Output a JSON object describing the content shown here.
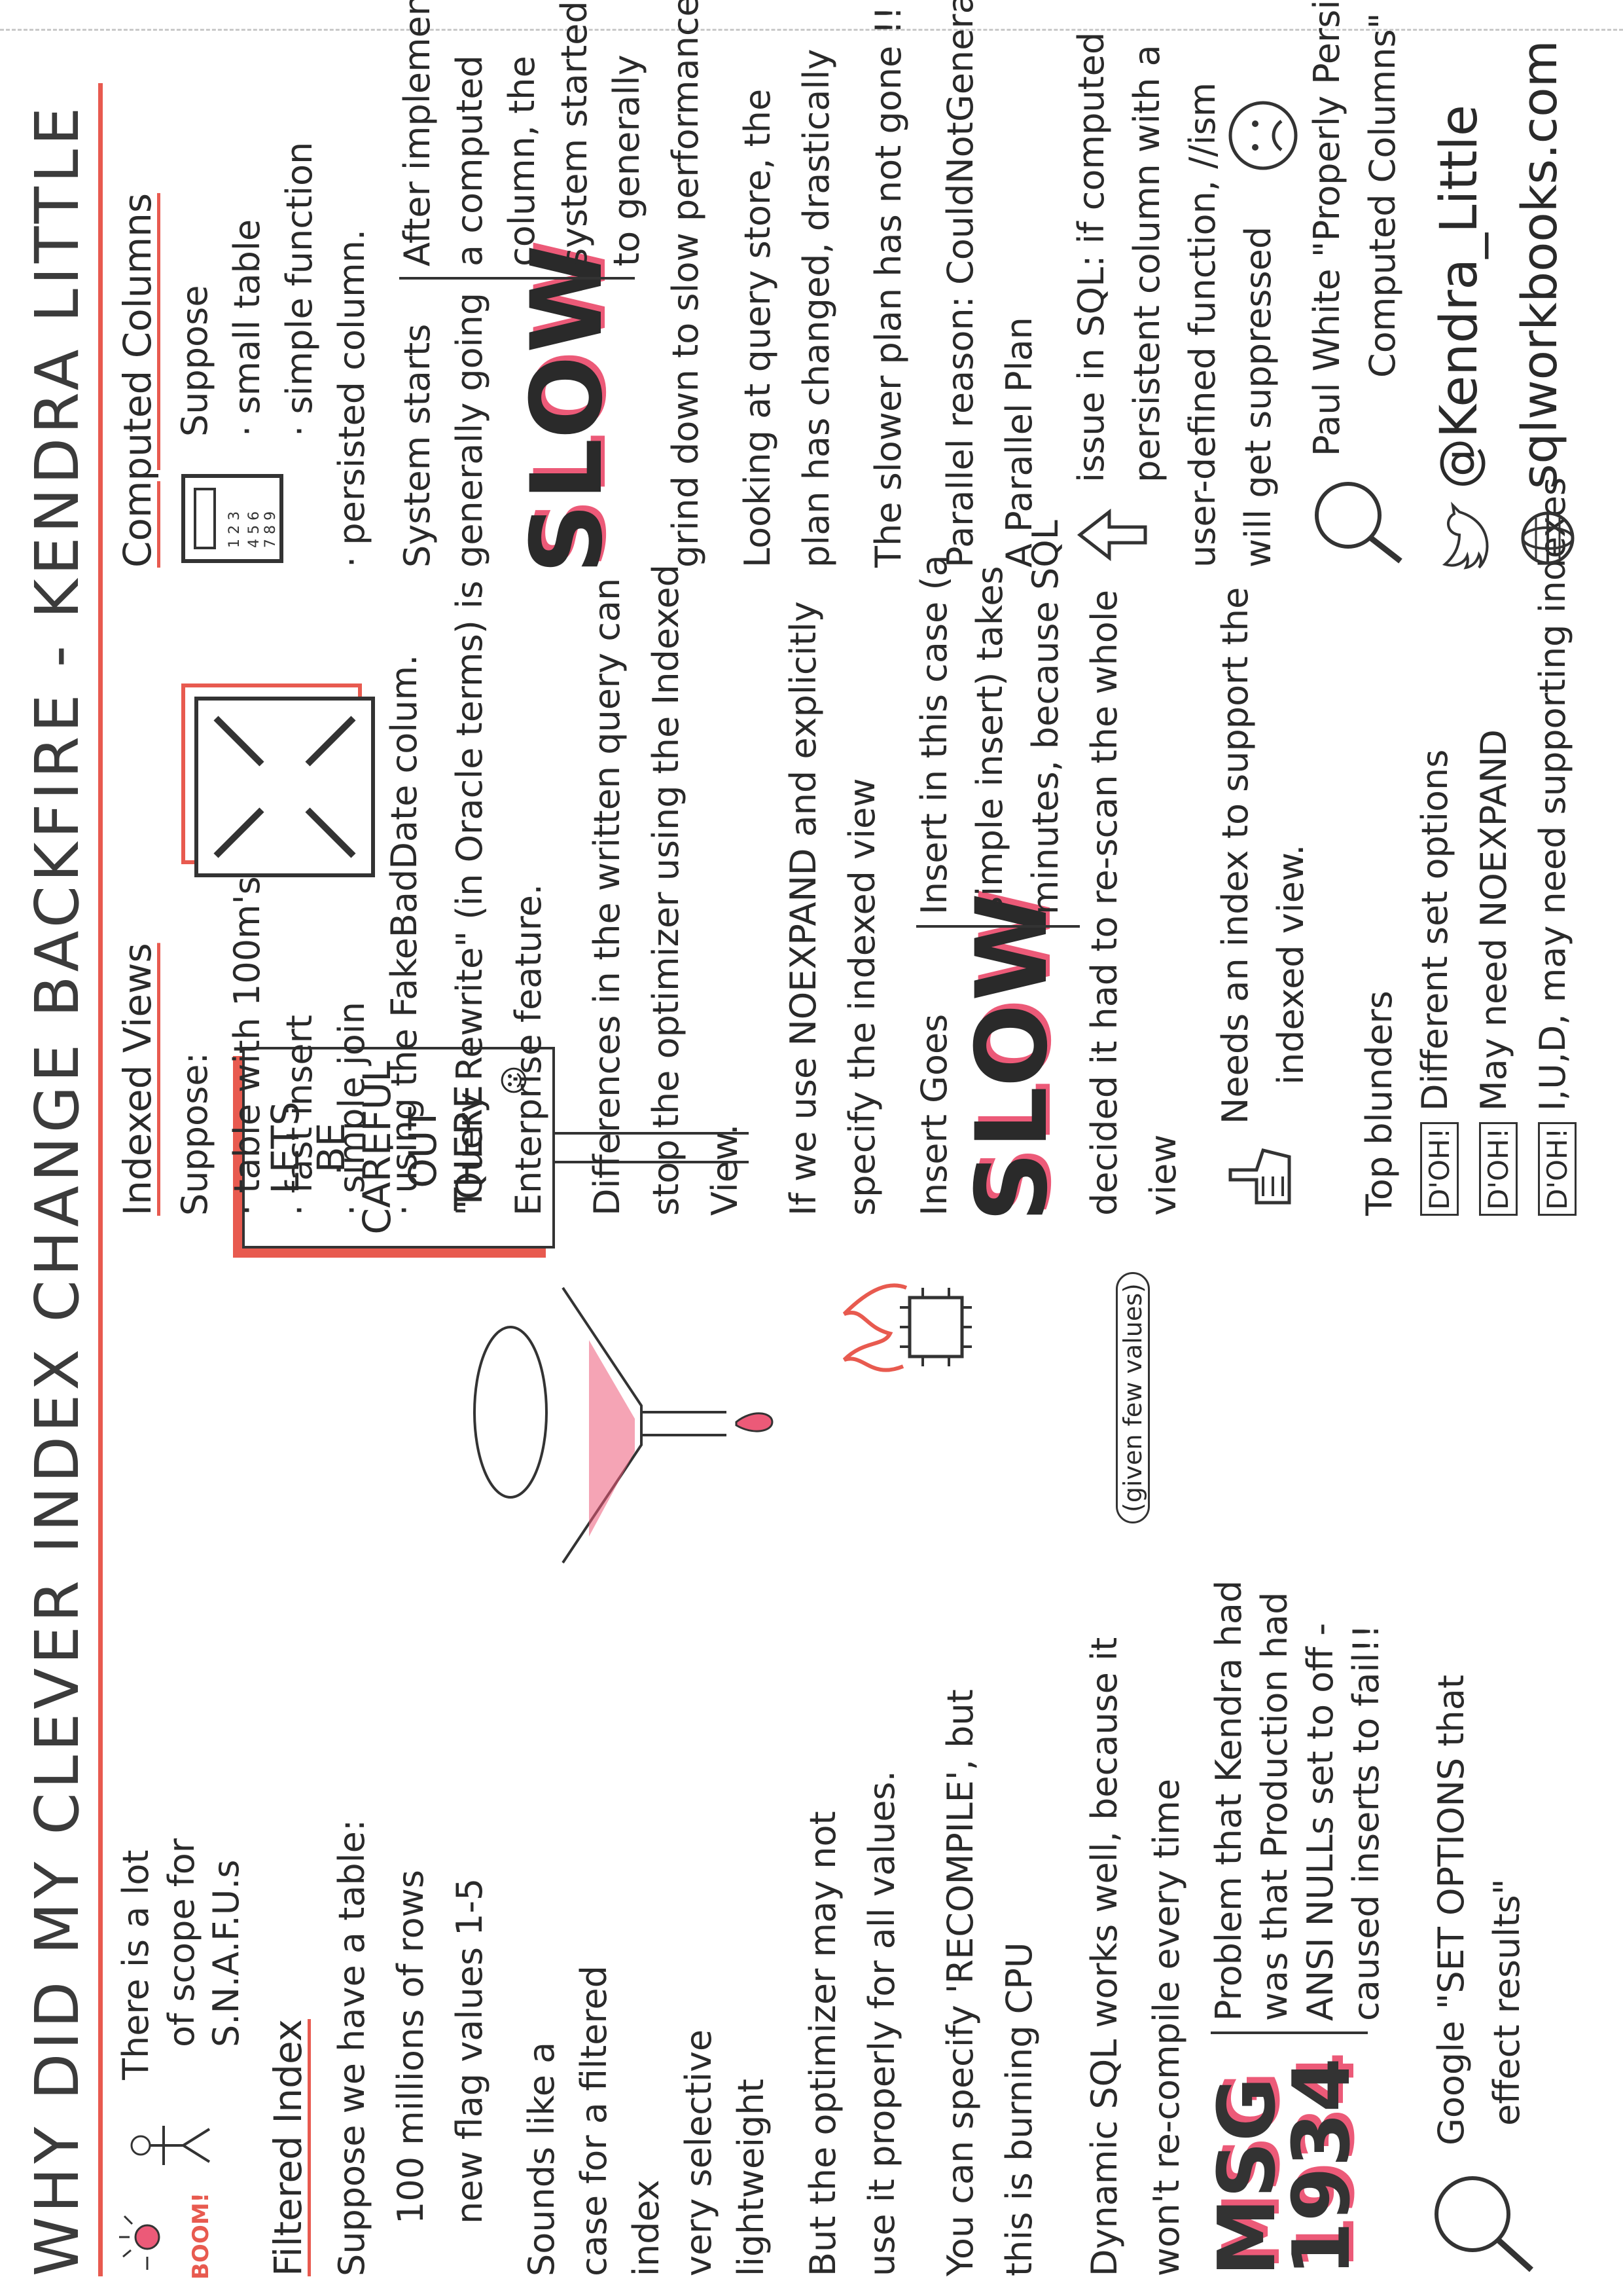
{
  "title": "WHY DID MY CLEVER INDEX CHANGE BACKFIRE - KENDRA LITTLE",
  "intro": {
    "boom_label": "BOOM!",
    "scope_note": [
      "There is a lot",
      "of scope for",
      "S.N.A.F.U.s"
    ]
  },
  "filtered_index": {
    "heading": "Filtered Index",
    "lines": [
      "Suppose we have a table:",
      "100 millions of rows",
      "new flag values 1-5",
      "Sounds like a",
      "case for a filtered",
      "index",
      "very selective",
      "lightweight",
      "But the optimizer may not",
      "use it properly for all values.",
      "You can specify 'RECOMPILE', but",
      "this is burning CPU",
      "Dynamic SQL works well, because it",
      "won't re-compile every time",
      "(given few values)"
    ],
    "msg_badge": [
      "MSG",
      "1934"
    ],
    "problem_lines": [
      "Problem that Kendra had",
      "was that Production had",
      "ANSI NULLs set to off -",
      "caused inserts to fail!!"
    ],
    "google_lines": [
      "Google \"SET OPTIONS that",
      "effect results\""
    ]
  },
  "sign": {
    "lines": [
      "LETS",
      "BE",
      "CAREFUL",
      "OUT",
      "THERE"
    ]
  },
  "indexed_views": {
    "heading": "Indexed Views",
    "lines": [
      "Suppose:",
      "· table with 100m's rows",
      "· fast insert",
      "· simple join",
      "· using the FakeBadDate colum.",
      "\"Query Rewrite\" (in Oracle terms) is",
      "Enterprise feature.",
      "Differences in the written query can",
      "stop the optimizer using the Indexed",
      "View.",
      "If we use NOEXPAND and explicitly",
      "specify the indexed view"
    ],
    "insert_goes": "Insert Goes",
    "slow_word": "SLOW",
    "insert_note": [
      "Insert in this case (a",
      "simple insert) takes",
      "minutes, because SQL"
    ],
    "rescan_lines": [
      "decided it had to re-scan the whole",
      "view"
    ],
    "needs_index": [
      "Needs an index to support the",
      "indexed view."
    ],
    "blunders_heading": "Top blunders",
    "blunders": [
      {
        "badge": "D'OH!",
        "text": "Different set options"
      },
      {
        "badge": "D'OH!",
        "text": "May need NOEXPAND"
      },
      {
        "badge": "D'OH!",
        "text": "I,U,D, may need supporting indexes"
      }
    ]
  },
  "computed_columns": {
    "heading": "Computed Columns",
    "lines": [
      "Suppose",
      "· small table",
      "· simple function",
      "· persisted column."
    ],
    "system_starts": [
      "System starts",
      "generally going"
    ],
    "slow_word": "SLOW",
    "after_note": [
      "After implementing",
      "a computed",
      "column, the",
      "system started",
      "to generally"
    ],
    "more_lines": [
      "grind down to slow performance",
      "Looking at query store, the",
      "plan has changed, drastically",
      "The slower plan has not gone !!",
      "Parallel reason: CouldNotGenerate",
      "A Parallel Plan",
      "issue in SQL: if computed",
      "persistent column with a",
      "user-defined function, //ism",
      "will get suppressed"
    ],
    "paul_white": [
      "Paul White \"Properly Persisted",
      "Computed Columns\""
    ]
  },
  "contact": {
    "twitter": "@Kendra_Little",
    "website": "sqlworkbooks.com"
  }
}
